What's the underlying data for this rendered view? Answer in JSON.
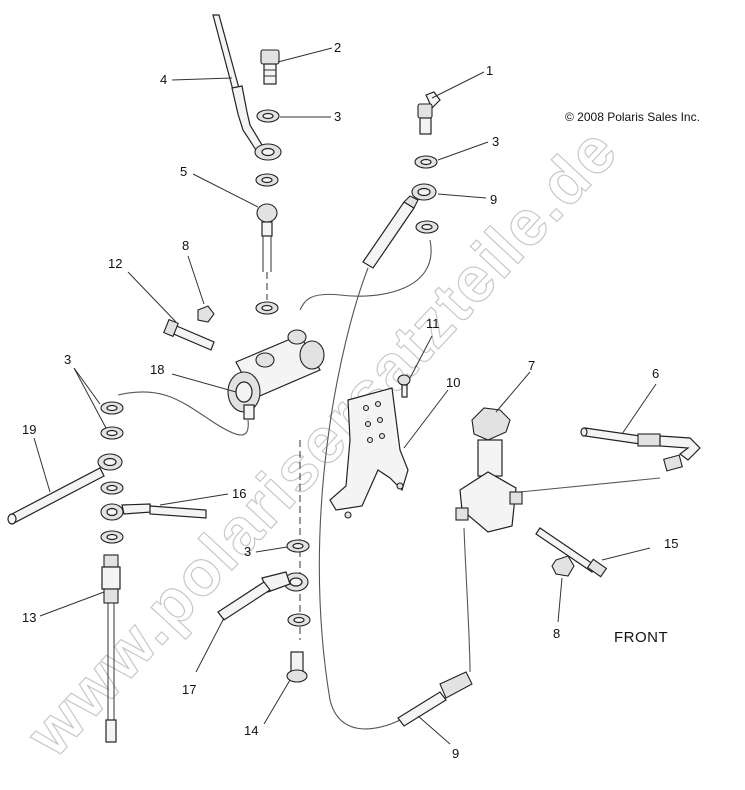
{
  "copyright": "© 2008 Polaris Sales Inc.",
  "watermark": "www.polarisersatzteile.de",
  "front_label": "FRONT",
  "callouts": {
    "c1": "1",
    "c2": "2",
    "c3a": "3",
    "c3b": "3",
    "c3c": "3",
    "c3d": "3",
    "c4": "4",
    "c5": "5",
    "c6": "6",
    "c7": "7",
    "c8a": "8",
    "c8b": "8",
    "c9a": "9",
    "c9b": "9",
    "c10": "10",
    "c11": "11",
    "c12": "12",
    "c13": "13",
    "c14": "14",
    "c15": "15",
    "c16": "16",
    "c17": "17",
    "c18": "18",
    "c19": "19"
  }
}
